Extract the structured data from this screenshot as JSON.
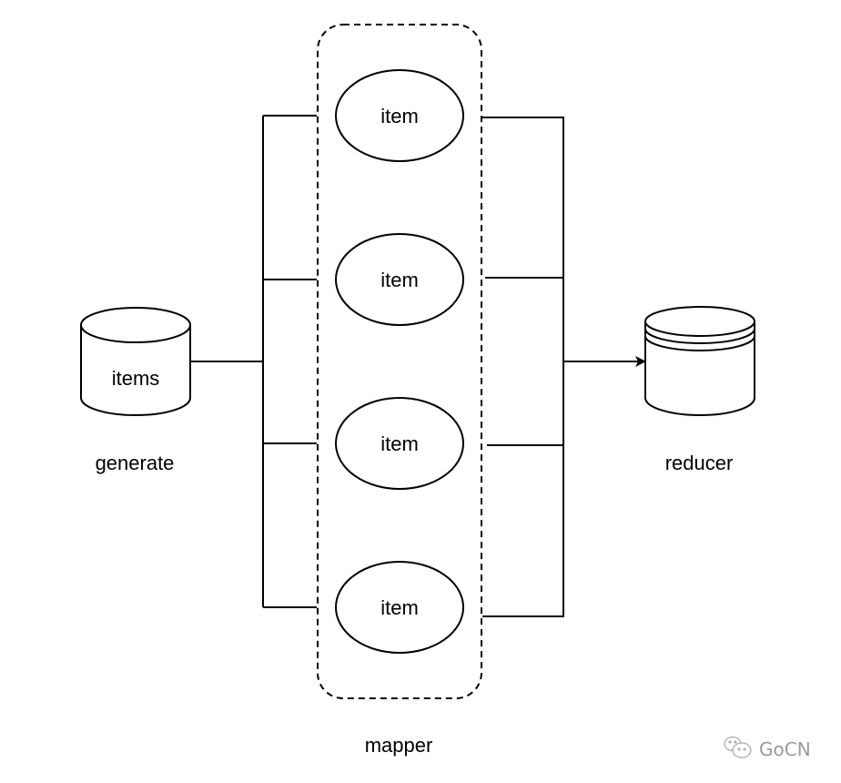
{
  "diagram": {
    "type": "map-reduce flow",
    "source": {
      "shape": "database-cylinder",
      "text": "items",
      "caption": "generate"
    },
    "mapper": {
      "caption": "mapper",
      "container_style": "dashed rounded rectangle",
      "nodes": [
        {
          "shape": "ellipse",
          "text": "item"
        },
        {
          "shape": "ellipse",
          "text": "item"
        },
        {
          "shape": "ellipse",
          "text": "item"
        },
        {
          "shape": "ellipse",
          "text": "item"
        }
      ]
    },
    "sink": {
      "shape": "storage-cylinder",
      "text": "",
      "caption": "reducer"
    },
    "edges": [
      {
        "from": "source",
        "to": "mapper.nodes[*]",
        "style": "orthogonal fan-out"
      },
      {
        "from": "mapper.nodes[*]",
        "to": "sink",
        "style": "orthogonal fan-in",
        "arrow": "end"
      }
    ]
  },
  "watermark": {
    "icon": "wechat-icon",
    "text": "GoCN"
  },
  "colors": {
    "stroke": "#000000",
    "background": "#ffffff",
    "watermark": "#9a9a9a"
  }
}
